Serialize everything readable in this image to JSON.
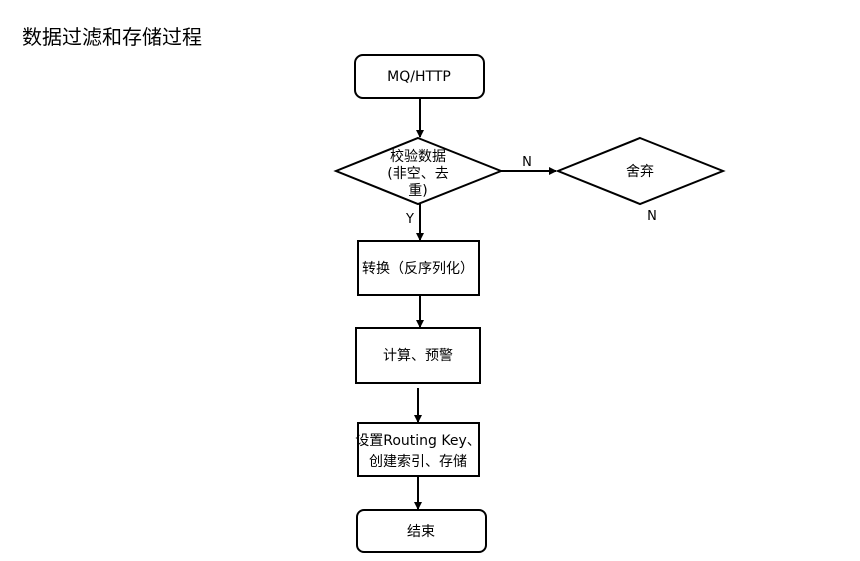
{
  "title": "数据过滤和存储过程",
  "nodes": {
    "start": "MQ/HTTP",
    "validate": [
      "校验数据",
      "(非空、去",
      "重)"
    ],
    "discard": "舍弃",
    "convert": "转换（反序列化）",
    "compute": "计算、预警",
    "routing": [
      "设置Routing Key、",
      "创建索引、存储"
    ],
    "end": "结束"
  },
  "edges": {
    "no_to_discard": "N",
    "no_below_discard": "N",
    "yes_down": "Y"
  },
  "colors": {
    "stroke": "#000000",
    "fill": "#ffffff",
    "text": "#000000"
  }
}
